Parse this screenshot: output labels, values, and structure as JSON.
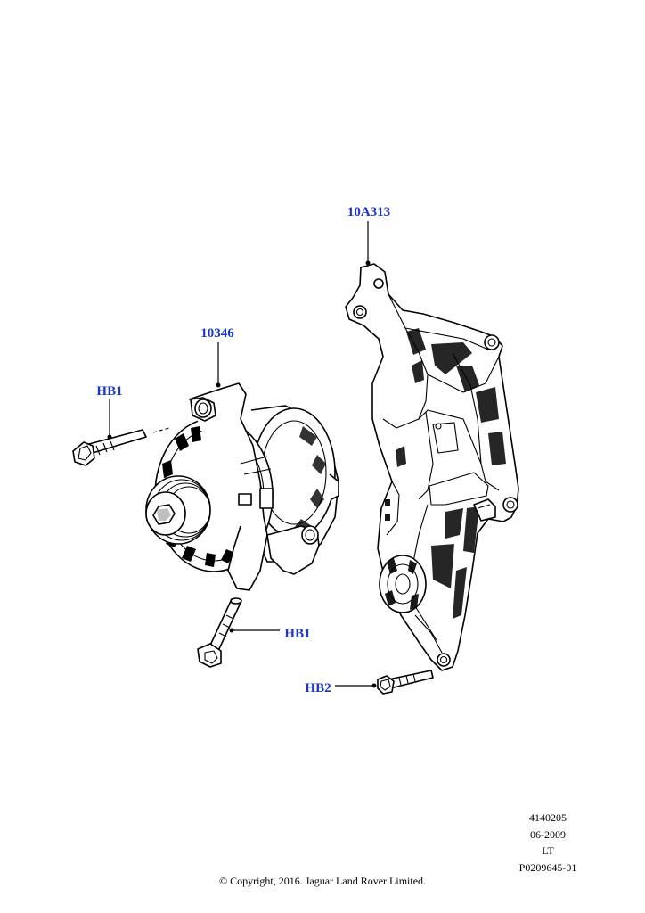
{
  "callouts": {
    "bracket": "10A313",
    "alternator": "10346",
    "bolt_upper": "HB1",
    "bolt_lower": "HB1",
    "bolt_bracket": "HB2"
  },
  "meta": {
    "illustration_number": "4140205",
    "date": "06-2009",
    "code": "LT",
    "part_reference": "P0209645-01"
  },
  "copyright": "© Copyright, 2016. Jaguar Land Rover Limited.",
  "colors": {
    "callout_text": "#1a33cc",
    "line_art": "#000000",
    "background": "#ffffff"
  }
}
